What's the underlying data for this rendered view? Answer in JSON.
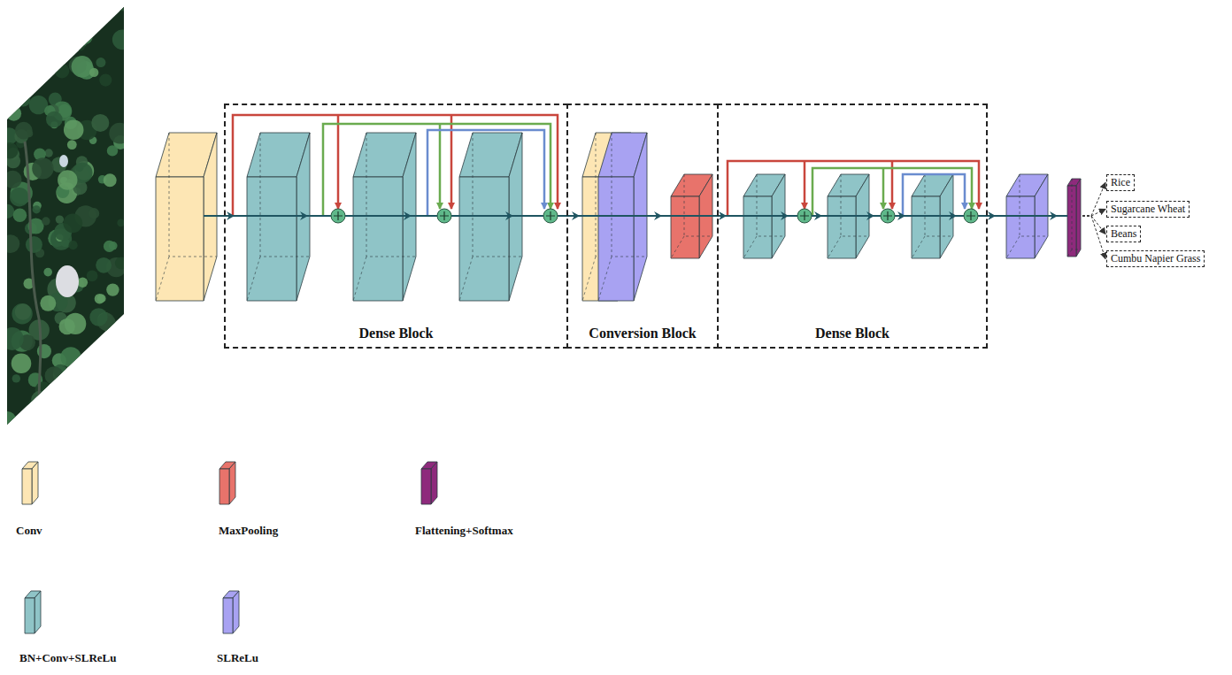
{
  "diagram": {
    "nodes": [
      {
        "text": [
          "Dense Block"
        ]
      },
      {
        "text": [
          "Conversion Block"
        ]
      },
      {
        "text": [
          "Dense Block"
        ]
      },
      {
        "text": [
          "Rice"
        ]
      },
      {
        "text": [
          "Sugarcane Wheat"
        ]
      },
      {
        "text": [
          "Beans"
        ]
      },
      {
        "text": [
          "Cumbu Napier Grass"
        ]
      }
    ],
    "legend": [
      {
        "text": "Conv",
        "color": "#fde6b4"
      },
      {
        "text": "MaxPooling",
        "color": "#e8736b"
      },
      {
        "text": "Flattening+Softmax",
        "color": "#8e2a7c"
      },
      {
        "text": "BN+Conv+SLReLu",
        "color": "#8fc4c7"
      },
      {
        "text": "SLReLu",
        "color": "#a8a2f2"
      }
    ]
  }
}
